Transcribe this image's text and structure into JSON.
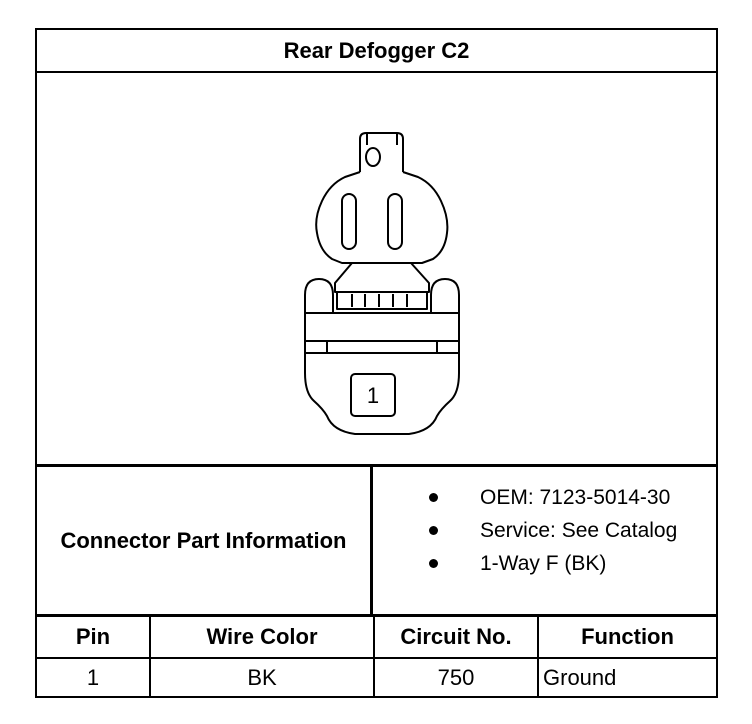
{
  "title": "Rear Defogger C2",
  "connector": {
    "cavity_label": "1"
  },
  "info": {
    "label": "Connector Part Information",
    "items": [
      "OEM: 7123-5014-30",
      "Service: See Catalog",
      "1-Way F (BK)"
    ]
  },
  "table": {
    "headers": {
      "pin": "Pin",
      "wire_color": "Wire Color",
      "circuit": "Circuit No.",
      "function": "Function"
    },
    "rows": [
      {
        "pin": "1",
        "wire_color": "BK",
        "circuit": "750",
        "function": "Ground"
      }
    ]
  }
}
